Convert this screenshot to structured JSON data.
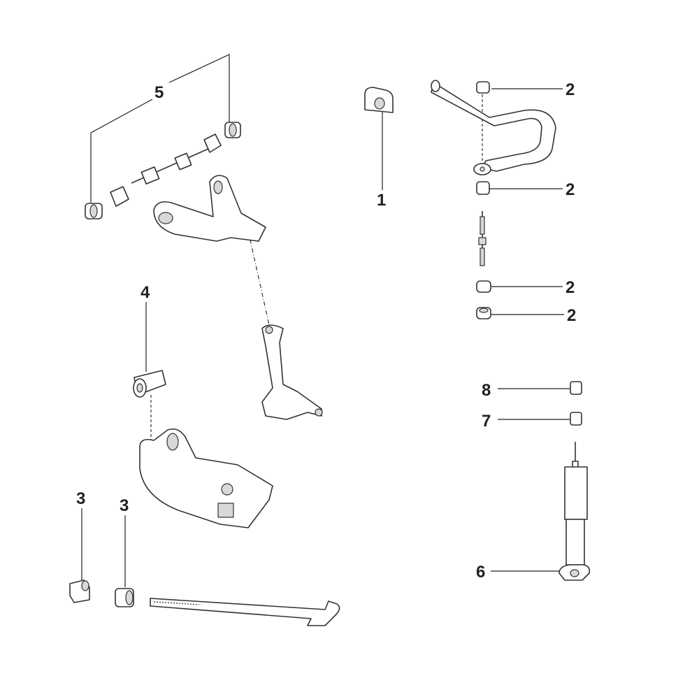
{
  "diagram": {
    "callouts": [
      {
        "id": "callout-5",
        "text": "5"
      },
      {
        "id": "callout-1",
        "text": "1"
      },
      {
        "id": "callout-2a",
        "text": "2"
      },
      {
        "id": "callout-2b",
        "text": "2"
      },
      {
        "id": "callout-2c",
        "text": "2"
      },
      {
        "id": "callout-2d",
        "text": "2"
      },
      {
        "id": "callout-4",
        "text": "4"
      },
      {
        "id": "callout-8",
        "text": "8"
      },
      {
        "id": "callout-7",
        "text": "7"
      },
      {
        "id": "callout-6",
        "text": "6"
      },
      {
        "id": "callout-3a",
        "text": "3"
      },
      {
        "id": "callout-3b",
        "text": "3"
      }
    ]
  }
}
